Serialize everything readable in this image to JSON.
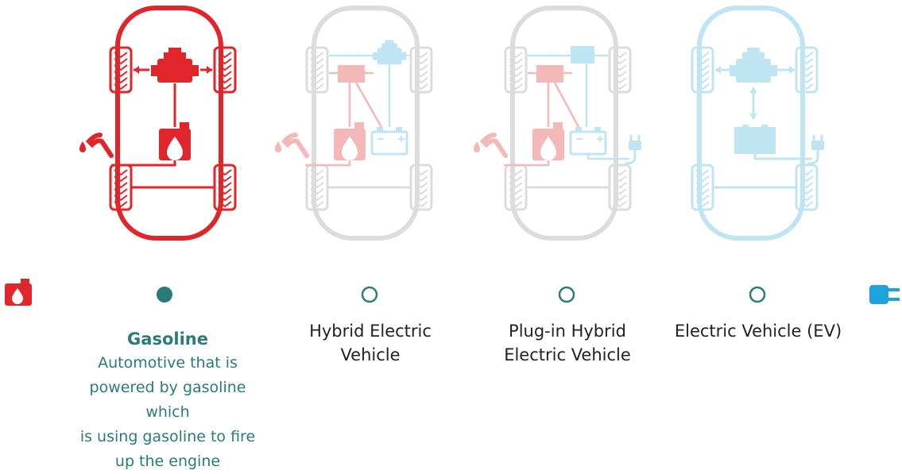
{
  "colors": {
    "gasoline": "#e0252b",
    "gasoline_faded": "#f4b8b9",
    "hybrid_gray": "#dcdcdc",
    "electric_faded": "#bfe4f2",
    "electric": "#1ca3dc",
    "active_text": "#2a7b7a",
    "node_stroke": "#2a7b7a"
  },
  "stages": [
    {
      "key": "gasoline",
      "title": "Gasoline",
      "description": [
        "Automotive that is",
        "powered by gasoline which",
        "is using gasoline to fire",
        "up the engine"
      ],
      "active": true
    },
    {
      "key": "hybrid",
      "label": [
        "Hybrid Electric",
        "Vehicle"
      ],
      "active": false
    },
    {
      "key": "plugin",
      "label": [
        "Plug-in Hybrid",
        "Electric Vehicle"
      ],
      "active": false
    },
    {
      "key": "ev",
      "label": [
        "Electric Vehicle (EV)"
      ],
      "active": false
    }
  ],
  "endpoints": {
    "left_icon": "fuel-can-icon",
    "right_icon": "electric-plug-icon"
  }
}
